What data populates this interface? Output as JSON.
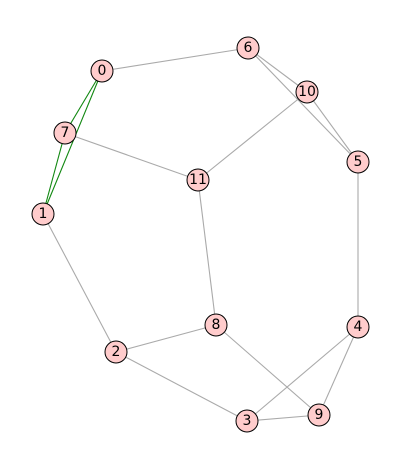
{
  "graph": {
    "colors": {
      "node_fill": "#ffcccc",
      "node_stroke": "#000000",
      "edge": "#aaaaaa",
      "highlight_edge": "#118811"
    },
    "nodes": [
      {
        "id": "0",
        "label": "0"
      },
      {
        "id": "1",
        "label": "1"
      },
      {
        "id": "2",
        "label": "2"
      },
      {
        "id": "3",
        "label": "3"
      },
      {
        "id": "4",
        "label": "4"
      },
      {
        "id": "5",
        "label": "5"
      },
      {
        "id": "6",
        "label": "6"
      },
      {
        "id": "7",
        "label": "7"
      },
      {
        "id": "8",
        "label": "8"
      },
      {
        "id": "9",
        "label": "9"
      },
      {
        "id": "10",
        "label": "10"
      },
      {
        "id": "11",
        "label": "11"
      }
    ],
    "edges": [
      {
        "source": "0",
        "target": "6",
        "highlight": false
      },
      {
        "source": "0",
        "target": "7",
        "highlight": true
      },
      {
        "source": "0",
        "target": "1",
        "highlight": true
      },
      {
        "source": "7",
        "target": "1",
        "highlight": true
      },
      {
        "source": "7",
        "target": "11",
        "highlight": false
      },
      {
        "source": "6",
        "target": "10",
        "highlight": false
      },
      {
        "source": "6",
        "target": "5",
        "highlight": false
      },
      {
        "source": "10",
        "target": "5",
        "highlight": false
      },
      {
        "source": "10",
        "target": "11",
        "highlight": false
      },
      {
        "source": "11",
        "target": "8",
        "highlight": false
      },
      {
        "source": "5",
        "target": "4",
        "highlight": false
      },
      {
        "source": "1",
        "target": "2",
        "highlight": false
      },
      {
        "source": "2",
        "target": "8",
        "highlight": false
      },
      {
        "source": "2",
        "target": "3",
        "highlight": false
      },
      {
        "source": "8",
        "target": "9",
        "highlight": false
      },
      {
        "source": "4",
        "target": "3",
        "highlight": false
      },
      {
        "source": "4",
        "target": "9",
        "highlight": false
      },
      {
        "source": "3",
        "target": "9",
        "highlight": false
      }
    ]
  }
}
